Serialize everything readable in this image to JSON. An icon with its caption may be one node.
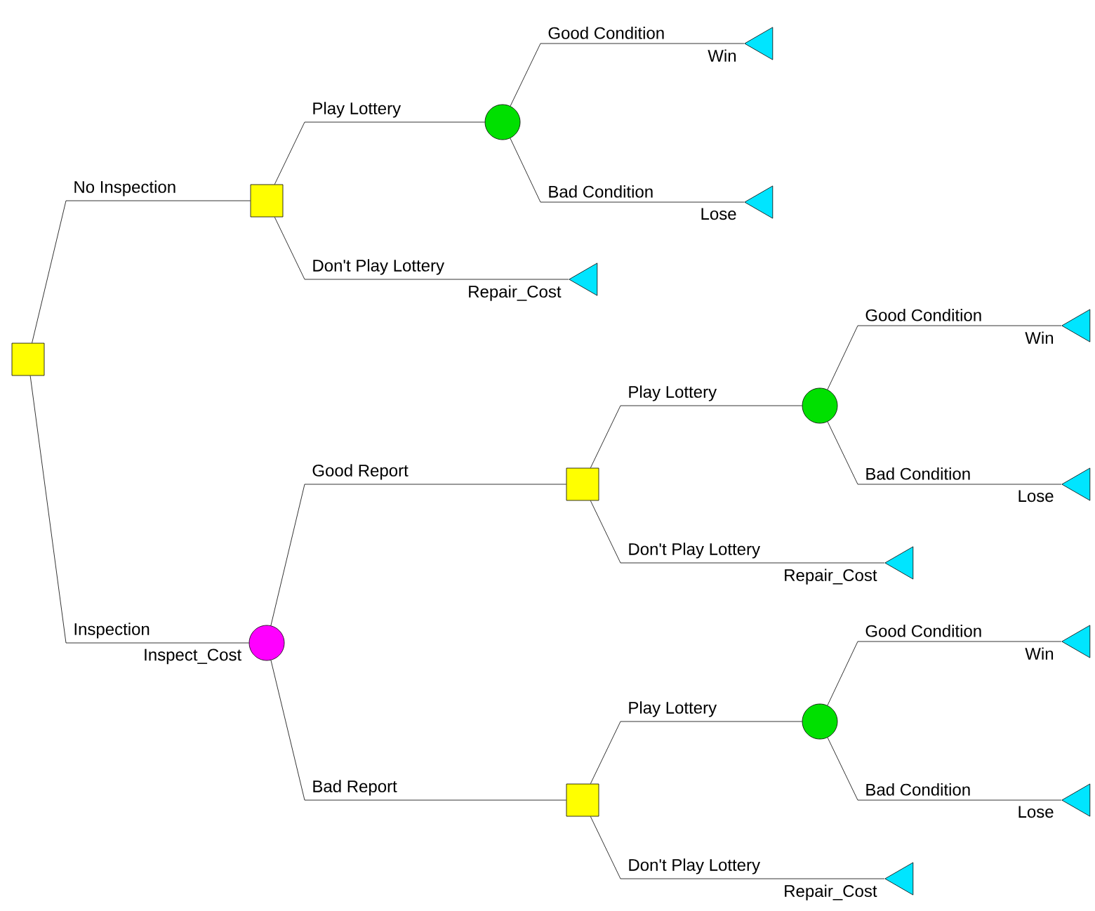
{
  "diagram": {
    "nodes": [
      {
        "text": [],
        "shape": "box"
      },
      {
        "text": [],
        "shape": "box"
      },
      {
        "text": [],
        "shape": "circle"
      },
      {
        "text": [],
        "shape": "triangle",
        "beside": [
          "Win"
        ]
      },
      {
        "text": [],
        "shape": "triangle",
        "beside": [
          "Lose"
        ]
      },
      {
        "text": [],
        "shape": "triangle",
        "beside": [
          "Repair_Cost"
        ]
      },
      {
        "text": [],
        "shape": "circle",
        "beside": [
          "Inspect_Cost"
        ]
      },
      {
        "text": [],
        "shape": "box"
      },
      {
        "text": [],
        "shape": "circle"
      },
      {
        "text": [],
        "shape": "triangle",
        "beside": [
          "Win"
        ]
      },
      {
        "text": [],
        "shape": "triangle",
        "beside": [
          "Lose"
        ]
      },
      {
        "text": [],
        "shape": "triangle",
        "beside": [
          "Repair_Cost"
        ]
      },
      {
        "text": [],
        "shape": "box"
      },
      {
        "text": [],
        "shape": "circle"
      },
      {
        "text": [],
        "shape": "triangle",
        "beside": [
          "Win"
        ]
      },
      {
        "text": [],
        "shape": "triangle",
        "beside": [
          "Lose"
        ]
      },
      {
        "text": [],
        "shape": "triangle",
        "beside": [
          "Repair_Cost"
        ]
      }
    ],
    "edges": [
      {
        "from": 0,
        "to": 1,
        "arrow": "none",
        "label": "No Inspection"
      },
      {
        "from": 0,
        "to": 6,
        "arrow": "none",
        "label": "Inspection"
      },
      {
        "from": 1,
        "to": 2,
        "arrow": "none",
        "label": "Play Lottery"
      },
      {
        "from": 2,
        "to": 3,
        "arrow": "none",
        "label": "Good Condition"
      },
      {
        "from": 2,
        "to": 4,
        "arrow": "none",
        "label": "Bad Condition"
      },
      {
        "from": 1,
        "to": 5,
        "arrow": "none",
        "label": "Don't Play Lottery"
      },
      {
        "from": 6,
        "to": 7,
        "arrow": "none",
        "label": "Good Report"
      },
      {
        "from": 7,
        "to": 8,
        "arrow": "none",
        "label": "Play Lottery"
      },
      {
        "from": 8,
        "to": 9,
        "arrow": "none",
        "label": "Good Condition"
      },
      {
        "from": 8,
        "to": 10,
        "arrow": "none",
        "label": "Bad Condition"
      },
      {
        "from": 7,
        "to": 11,
        "arrow": "none",
        "label": "Don't Play Lottery"
      },
      {
        "from": 6,
        "to": 12,
        "arrow": "none",
        "label": "Bad Report"
      },
      {
        "from": 12,
        "to": 13,
        "arrow": "none",
        "label": "Play Lottery"
      },
      {
        "from": 13,
        "to": 14,
        "arrow": "none",
        "label": "Good Condition"
      },
      {
        "from": 13,
        "to": 15,
        "arrow": "none",
        "label": "Bad Condition"
      },
      {
        "from": 12,
        "to": 16,
        "arrow": "none",
        "label": "Don't Play Lottery"
      }
    ]
  }
}
